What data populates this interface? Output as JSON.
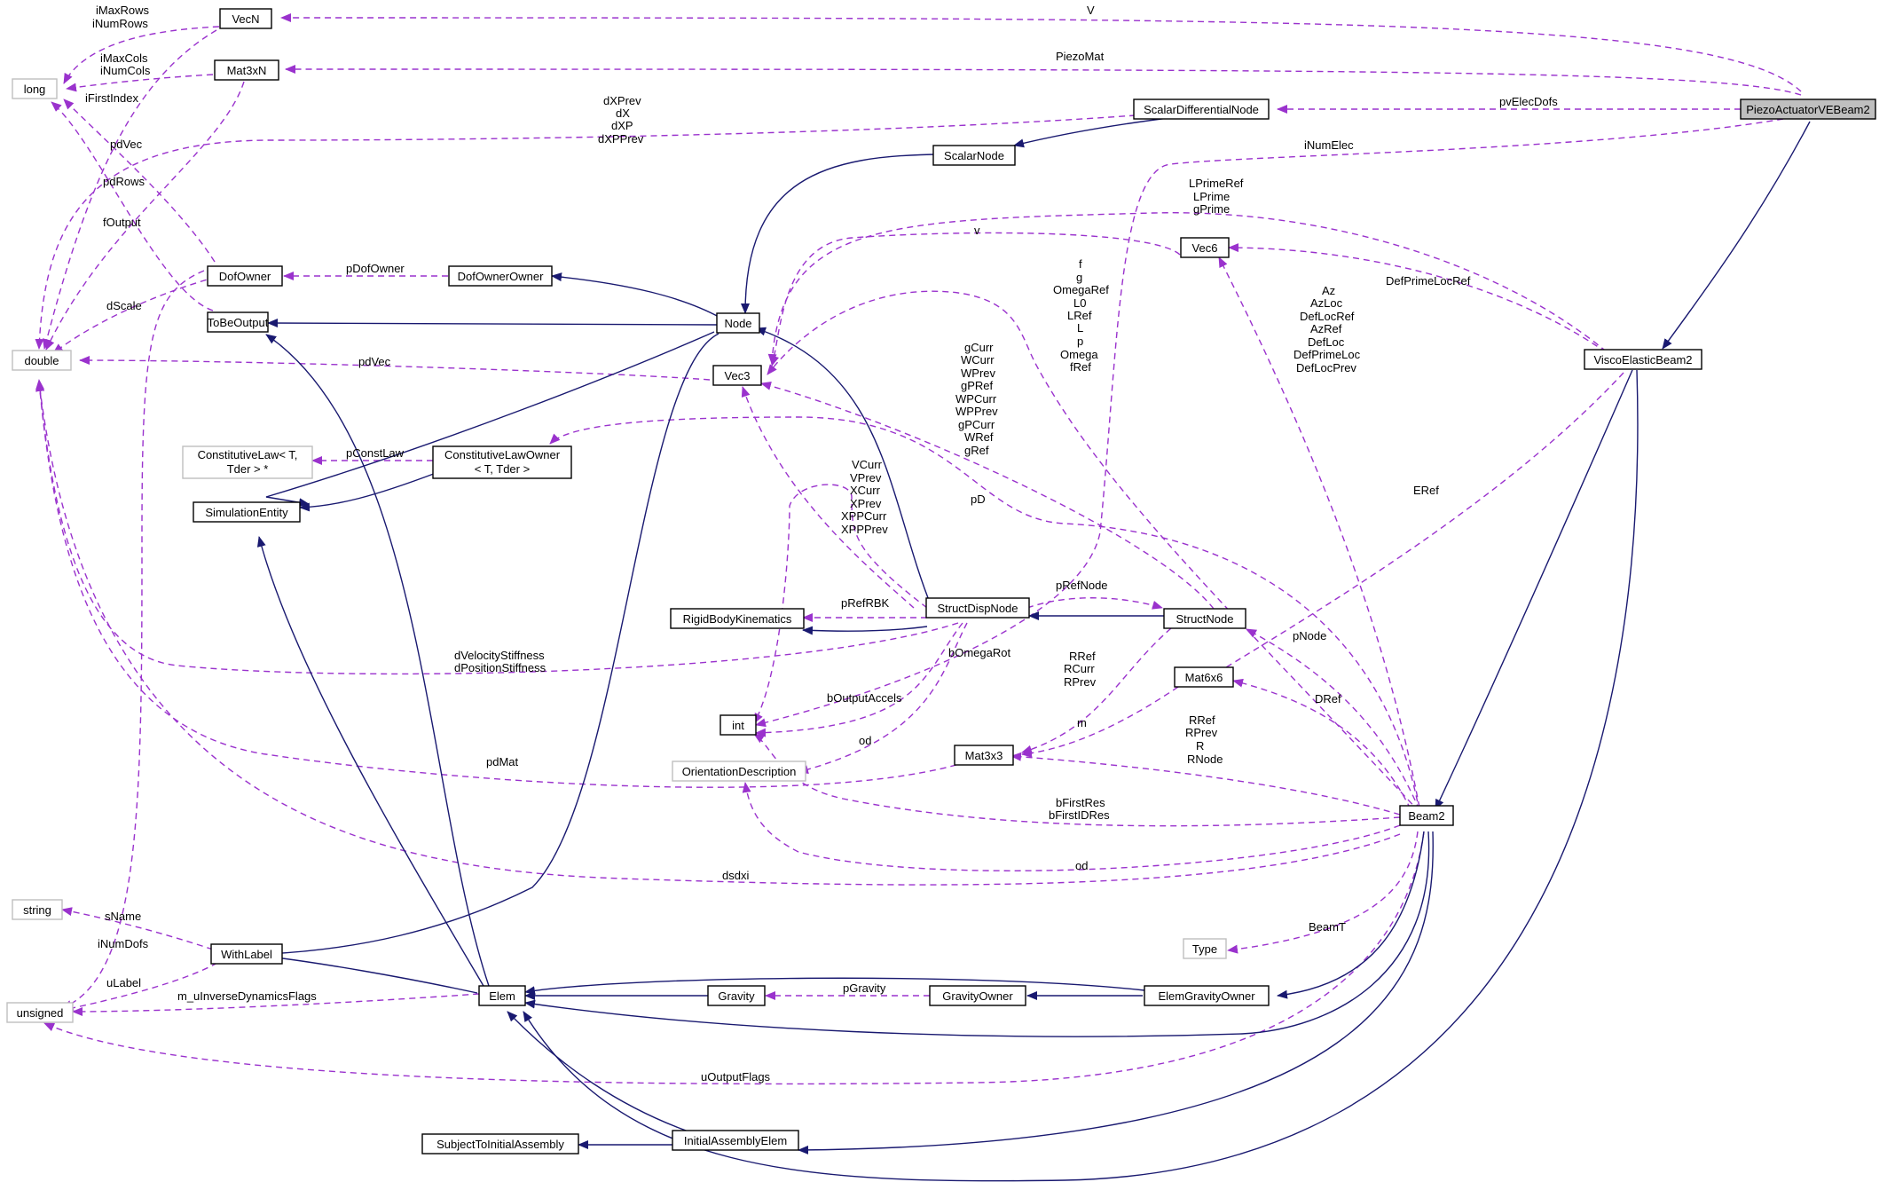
{
  "colors": {
    "inheritance": "#191970",
    "usage": "#9a32cd",
    "highlight_fill": "#bfbfbf",
    "undocumented_border": "#bfbfbf"
  },
  "nodes": {
    "PiezoActuatorVEBeam2": "PiezoActuatorVEBeam2",
    "VecN": "VecN",
    "Mat3xN": "Mat3xN",
    "long": "long",
    "double": "double",
    "ScalarDifferentialNode": "ScalarDifferentialNode",
    "ScalarNode": "ScalarNode",
    "DofOwner": "DofOwner",
    "DofOwnerOwner": "DofOwnerOwner",
    "ToBeOutput": "ToBeOutput",
    "Node": "Node",
    "Vec6": "Vec6",
    "Vec3": "Vec3",
    "ViscoElasticBeam2": "ViscoElasticBeam2",
    "ConstitutiveLaw_1": "ConstitutiveLaw< T,",
    "ConstitutiveLaw_2": "Tder > *",
    "ConstitutiveLawOwner_1": "ConstitutiveLawOwner",
    "ConstitutiveLawOwner_2": "< T, Tder >",
    "SimulationEntity": "SimulationEntity",
    "RigidBodyKinematics": "RigidBodyKinematics",
    "StructDispNode": "StructDispNode",
    "StructNode": "StructNode",
    "Mat6x6": "Mat6x6",
    "int": "int",
    "Mat3x3": "Mat3x3",
    "OrientationDescription": "OrientationDescription",
    "Beam2": "Beam2",
    "string": "string",
    "Type": "Type",
    "WithLabel": "WithLabel",
    "unsigned": "unsigned",
    "Elem": "Elem",
    "Gravity": "Gravity",
    "GravityOwner": "GravityOwner",
    "ElemGravityOwner": "ElemGravityOwner",
    "SubjectToInitialAssembly": "SubjectToInitialAssembly",
    "InitialAssemblyElem": "InitialAssemblyElem"
  },
  "edge_labels": {
    "v_upper": "V",
    "PiezoMat": "PiezoMat",
    "pvElecDofs": "pvElecDofs",
    "iNumElec": "iNumElec",
    "iMaxRows": "iMaxRows",
    "iNumRows": "iNumRows",
    "iMaxCols": "iMaxCols",
    "iNumCols": "iNumCols",
    "iFirstIndex": "iFirstIndex",
    "pdVec_top": "pdVec",
    "pdRows": "pdRows",
    "fOutput": "fOutput",
    "dScale": "dScale",
    "pdVec_mid": "pdVec",
    "dXPrev": "dXPrev",
    "dX": "dX",
    "dXP": "dXP",
    "dXPPrev": "dXPPrev",
    "LPrimeRef": "LPrimeRef",
    "LPrime": "LPrime",
    "gPrime": "gPrime",
    "v_lower": "v",
    "pDofOwner": "pDofOwner",
    "DefPrimeLocRef": "DefPrimeLocRef",
    "f": "f",
    "g": "g",
    "OmegaRef": "OmegaRef",
    "L0": "L0",
    "LRef": "LRef",
    "L": "L",
    "p": "p",
    "Omega": "Omega",
    "fRef": "fRef",
    "Az": "Az",
    "AzLoc": "AzLoc",
    "DefLocRef": "DefLocRef",
    "AzRef": "AzRef",
    "DefLoc": "DefLoc",
    "DefPrimeLoc": "DefPrimeLoc",
    "DefLocPrev": "DefLocPrev",
    "gCurr": "gCurr",
    "WCurr": "WCurr",
    "WPrev": "WPrev",
    "gPRef": "gPRef",
    "WPCurr": "WPCurr",
    "WPPrev": "WPPrev",
    "gPCurr": "gPCurr",
    "WRef": "WRef",
    "gRef": "gRef",
    "pConstLaw": "pConstLaw",
    "VCurr": "VCurr",
    "VPrev": "VPrev",
    "XCurr": "XCurr",
    "XPrev": "XPrev",
    "XPPCurr": "XPPCurr",
    "XPPPrev": "XPPPrev",
    "pD": "pD",
    "ERef": "ERef",
    "pRefRBK": "pRefRBK",
    "pRefNode": "pRefNode",
    "pNode": "pNode",
    "dVelocityStiffness": "dVelocityStiffness",
    "dPositionStiffness": "dPositionStiffness",
    "bOmegaRot": "bOmegaRot",
    "RRef_a": "RRef",
    "RCurr": "RCurr",
    "RPrev_a": "RPrev",
    "DRef": "DRef",
    "bOutputAccels": "bOutputAccels",
    "m": "m",
    "RRef_b": "RRef",
    "RPrev_b": "RPrev",
    "R": "R",
    "RNode": "RNode",
    "od_a": "od",
    "pdMat": "pdMat",
    "bFirstRes": "bFirstRes",
    "bFirstIDRes": "bFirstIDRes",
    "od_b": "od",
    "dsdxi": "dsdxi",
    "sName": "sName",
    "iNumDofs": "iNumDofs",
    "BeamT": "BeamT",
    "uLabel": "uLabel",
    "m_uInverseDynamicsFlags": "m_uInverseDynamicsFlags",
    "pGravity": "pGravity",
    "uOutputFlags": "uOutputFlags"
  }
}
